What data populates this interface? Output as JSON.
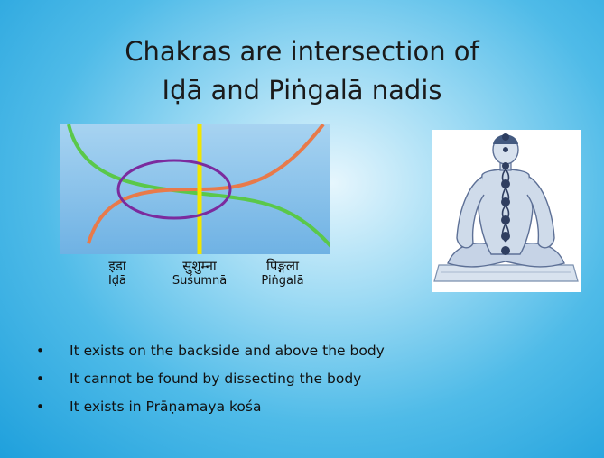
{
  "title": {
    "line1": "Chakras are intersection of",
    "line2": "Iḍā and Piṅgalā nadis"
  },
  "diagram": {
    "colors": {
      "ida_curve": "#e87a4a",
      "pingala_curve": "#5ac84a",
      "susumna_line": "#f2e600",
      "intersection_ellipse": "#7b2b9e",
      "panel": "#7fbde8"
    },
    "labels": [
      {
        "devanagari": "इडा",
        "latin": "Iḍā"
      },
      {
        "devanagari": "सुशुम्ना",
        "latin": "Suśumnā"
      },
      {
        "devanagari": "पिङ्गला",
        "latin": "Piṅgalā"
      }
    ]
  },
  "image": {
    "icon": "meditating-figure-chakras-illustration"
  },
  "bullets": [
    "It exists on the backside and above the body",
    "It cannot be found by dissecting the body",
    "It exists in Prāṇamaya kośa"
  ]
}
